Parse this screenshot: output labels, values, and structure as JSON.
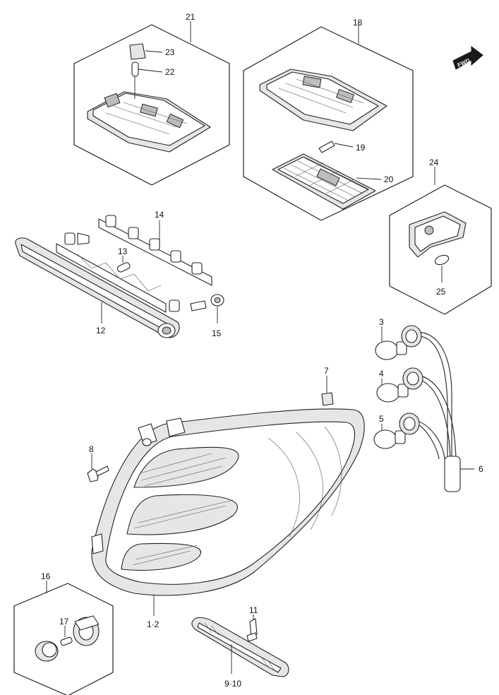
{
  "fwd_label": "FWD",
  "callouts": {
    "c1_2": "1·2",
    "c3": "3",
    "c4": "4",
    "c5": "5",
    "c6": "6",
    "c7": "7",
    "c8": "8",
    "c9_10": "9·10",
    "c11": "11",
    "c12": "12",
    "c13": "13",
    "c14": "14",
    "c15": "15",
    "c16": "16",
    "c17": "17",
    "c18": "18",
    "c19": "19",
    "c20": "20",
    "c21": "21",
    "c22": "22",
    "c23": "23",
    "c24": "24",
    "c25": "25"
  }
}
